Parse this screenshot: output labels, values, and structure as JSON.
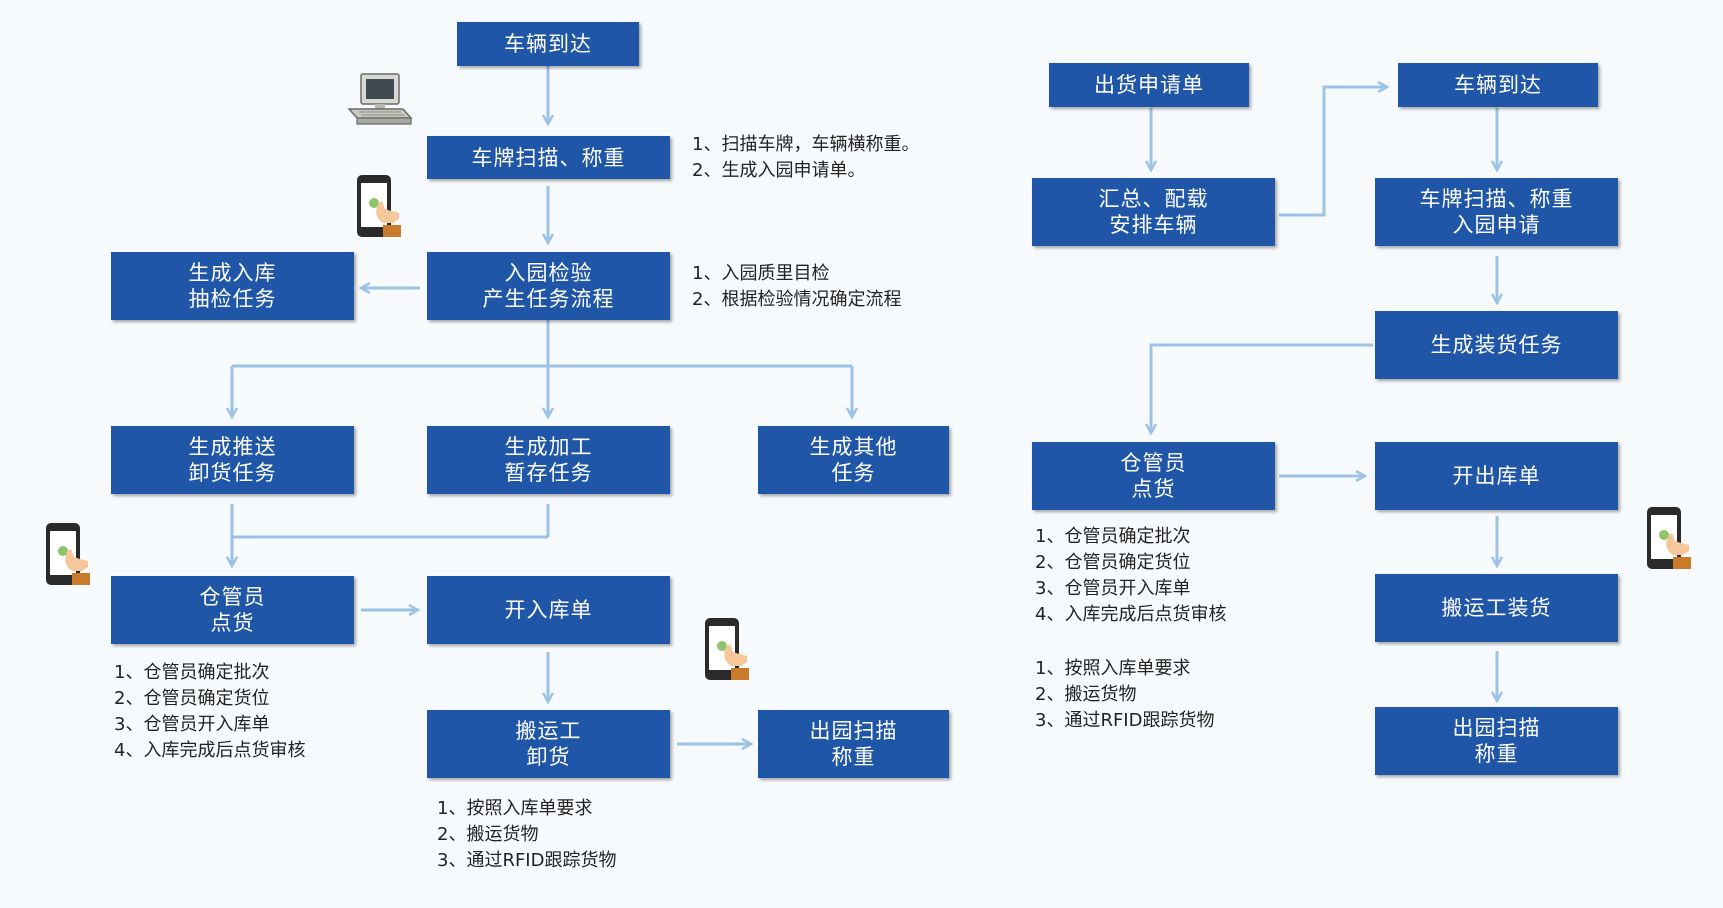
{
  "left_flow": {
    "vehicle_arrival": "车辆到达",
    "plate_scan": "车牌扫描、称重",
    "plate_scan_notes": [
      "1、扫描车牌，车辆横称重。",
      "2、生成入园申请单。"
    ],
    "inspection": [
      "入园检验",
      "产生任务流程"
    ],
    "inspection_notes": [
      "1、入园质里目检",
      "2、根据检验情况确定流程"
    ],
    "sampling_task": [
      "生成入库",
      "抽检任务"
    ],
    "push_unload_task": [
      "生成推送",
      "卸货任务"
    ],
    "processing_task": [
      "生成加工",
      "暂存任务"
    ],
    "other_task": [
      "生成其他",
      "任务"
    ],
    "keeper_count": [
      "仓管员",
      "点货"
    ],
    "keeper_notes": [
      "1、仓管员确定批次",
      "2、仓管员确定货位",
      "3、仓管员开入库单",
      "4、入库完成后点货审核"
    ],
    "open_inbound": "开入库单",
    "porter_unload": [
      "搬运工",
      "卸货"
    ],
    "porter_notes": [
      "1、按照入库单要求",
      "2、搬运货物",
      "3、通过RFID跟踪货物"
    ],
    "exit_scan": [
      "出园扫描",
      "称重"
    ]
  },
  "right_flow": {
    "shipment_request": "出货申请单",
    "summary_loading": [
      "汇总、配载",
      "安排车辆"
    ],
    "vehicle_arrival": "车辆到达",
    "plate_scan": [
      "车牌扫描、称重",
      "入园申请"
    ],
    "loading_task": "生成装货任务",
    "keeper_count": [
      "仓管员",
      "点货"
    ],
    "keeper_notes": [
      "1、仓管员确定批次",
      "2、仓管员确定货位",
      "3、仓管员开入库单",
      "4、入库完成后点货审核"
    ],
    "porter_notes": [
      "1、按照入库单要求",
      "2、搬运货物",
      "3、通过RFID跟踪货物"
    ],
    "open_outbound": "开出库单",
    "porter_loading": "搬运工装货",
    "exit_scan": [
      "出园扫描",
      "称重"
    ]
  },
  "icons": {
    "computer": "computer-icon",
    "phone": "smartphone-touch-icon"
  },
  "colors": {
    "node_fill": "#2056a8",
    "connector": "#9cc3e6",
    "background": "#f7fafd"
  }
}
